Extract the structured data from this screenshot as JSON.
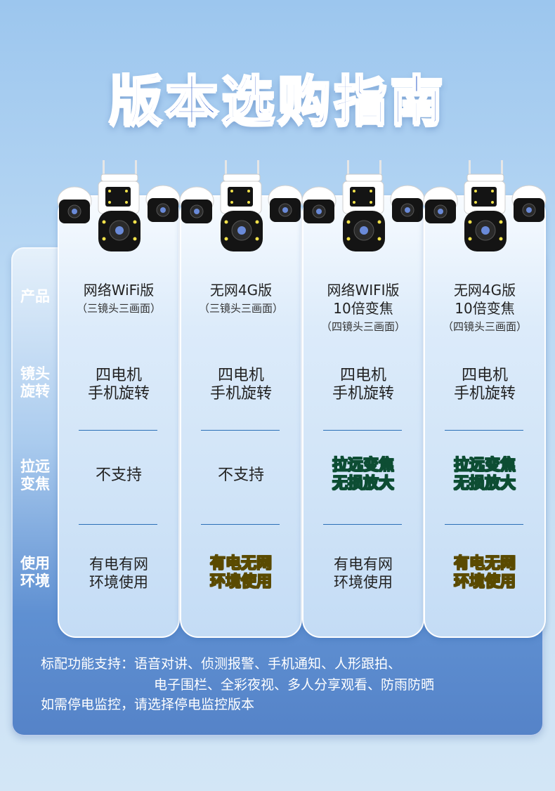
{
  "title": "版本选购指南",
  "row_labels": [
    "产品",
    "镜头旋转",
    "拉远变焦",
    "使用环境"
  ],
  "row_label_lines": [
    [
      "产品"
    ],
    [
      "镜头",
      "旋转"
    ],
    [
      "拉远",
      "变焦"
    ],
    [
      "使用",
      "环境"
    ]
  ],
  "products": [
    {
      "name_lines": [
        "网络WiFi版"
      ],
      "sub": "（三镜头三画面）",
      "lens_lines": [
        "四电机",
        "手机旋转"
      ],
      "zoom_lines": [
        "不支持"
      ],
      "zoom_style": "plain",
      "env_lines": [
        "有电有网",
        "环境使用"
      ],
      "env_style": "plain"
    },
    {
      "name_lines": [
        "无网4G版"
      ],
      "sub": "（三镜头三画面）",
      "lens_lines": [
        "四电机",
        "手机旋转"
      ],
      "zoom_lines": [
        "不支持"
      ],
      "zoom_style": "plain",
      "env_lines": [
        "有电无网",
        "环境使用"
      ],
      "env_style": "yellow"
    },
    {
      "name_lines": [
        "网络WIFI版",
        "10倍变焦"
      ],
      "sub": "（四镜头三画面）",
      "lens_lines": [
        "四电机",
        "手机旋转"
      ],
      "zoom_lines": [
        "拉远变焦",
        "无损放大"
      ],
      "zoom_style": "green",
      "env_lines": [
        "有电有网",
        "环境使用"
      ],
      "env_style": "plain"
    },
    {
      "name_lines": [
        "无网4G版",
        "10倍变焦"
      ],
      "sub": "（四镜头三画面）",
      "lens_lines": [
        "四电机",
        "手机旋转"
      ],
      "zoom_lines": [
        "拉远变焦",
        "无损放大"
      ],
      "zoom_style": "green",
      "env_lines": [
        "有电无网",
        "环境使用"
      ],
      "env_style": "yellow"
    }
  ],
  "footer": {
    "line1": "标配功能支持：语音对讲、侦测报警、手机通知、人形跟拍、",
    "line2": "电子围栏、全彩夜视、多人分享观看、防雨防晒",
    "line3": "如需停电监控，请选择停电监控版本"
  },
  "colors": {
    "title": "#1d4fc4",
    "highlight_green": "#1bd38a",
    "highlight_yellow": "#f6e41a",
    "divider": "#2b6fb7"
  },
  "icons": [
    "security-camera-icon"
  ]
}
